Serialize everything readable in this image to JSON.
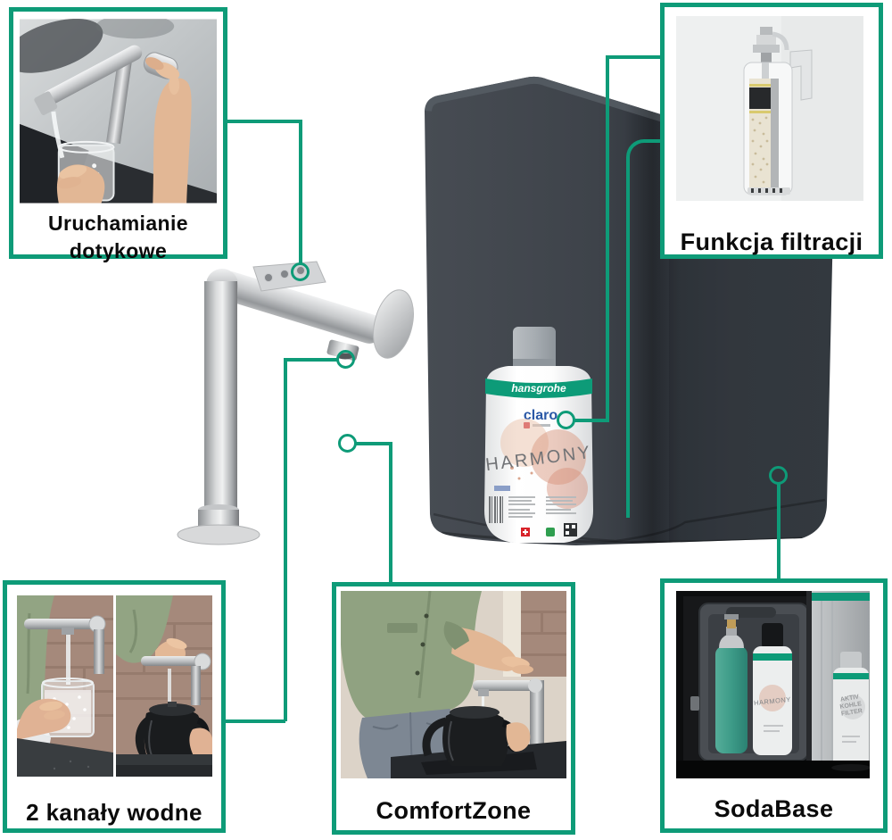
{
  "colors": {
    "accent": "#0E9B78",
    "unit_body": "#3C4249"
  },
  "callouts": {
    "touch": {
      "label": "Uruchamianie dotykowe"
    },
    "filtration": {
      "label": "Funkcja filtracji"
    },
    "channels": {
      "label": "2 kanały wodne"
    },
    "comfort": {
      "label": "ComfortZone"
    },
    "soda": {
      "label": "SodaBase"
    }
  },
  "bottle": {
    "brand": "hansgrohe",
    "sub_brand": "claro",
    "product_name": "HARMONY"
  },
  "soda_cabinet": {
    "bottle_harmony_label": "HARMONY",
    "filter_bottle_lines": [
      "AKTIV",
      "KOHLE",
      "FILTER"
    ]
  }
}
